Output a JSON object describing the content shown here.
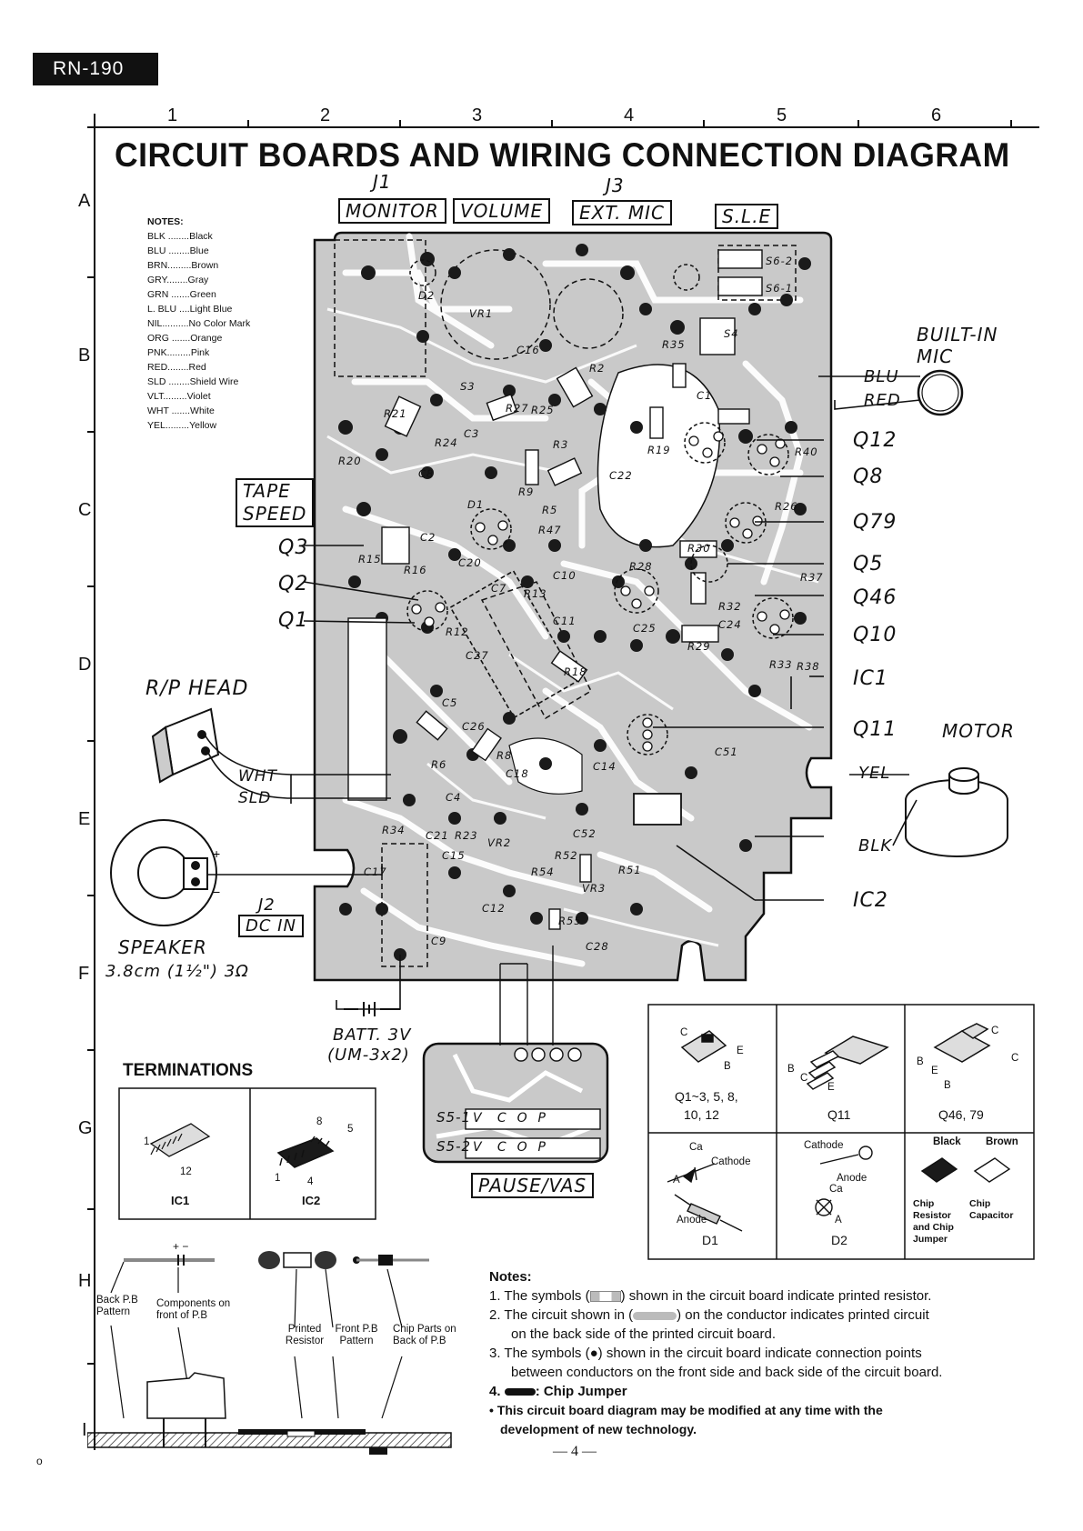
{
  "header": {
    "model": "RN-190",
    "title": "CIRCUIT BOARDS AND WIRING CONNECTION DIAGRAM",
    "columns": [
      "1",
      "2",
      "3",
      "4",
      "5",
      "6"
    ],
    "rows": [
      "A",
      "B",
      "C",
      "D",
      "E",
      "F",
      "G",
      "H",
      "I"
    ]
  },
  "color_key": {
    "title": "NOTES:",
    "items": [
      "BLK ........Black",
      "BLU ........Blue",
      "BRN.........Brown",
      "GRY........Gray",
      "GRN .......Green",
      "L. BLU ....Light Blue",
      "NIL..........No Color Mark",
      "ORG .......Orange",
      "PNK.........Pink",
      "RED........Red",
      "SLD ........Shield Wire",
      "VLT.........Violet",
      "WHT .......White",
      "YEL.........Yellow"
    ]
  },
  "jacks": {
    "j1": "J1",
    "monitor": "MONITOR",
    "volume": "VOLUME",
    "j3": "J3",
    "ext_mic": "EXT. MIC",
    "sle": "S.L.E",
    "j2": "J2",
    "dc_in": "DC IN"
  },
  "left_labels": {
    "tape_speed_1": "TAPE",
    "tape_speed_2": "SPEED",
    "q3": "Q3",
    "q2": "Q2",
    "q1": "Q1",
    "rp_head": "R/P HEAD",
    "wht": "WHT",
    "sld": "SLD",
    "speaker": "SPEAKER",
    "speaker_spec": "3.8cm (1½\") 3Ω",
    "batt1": "BATT. 3V",
    "batt2": "(UM-3x2)"
  },
  "right_labels": {
    "built_in_mic_1": "BUILT-IN",
    "built_in_mic_2": "MIC",
    "blu": "BLU",
    "red": "RED",
    "transistors": [
      "Q12",
      "Q8",
      "Q79",
      "Q5",
      "Q46",
      "Q10",
      "IC1",
      "Q11",
      "IC2"
    ],
    "motor": "MOTOR",
    "yel": "YEL",
    "blk": "BLK"
  },
  "pause": {
    "label": "PAUSE/VAS",
    "s51": "S5-1",
    "s52": "S5-2",
    "switch_pos": "V   C  O  P"
  },
  "board_labels": [
    "D2",
    "VR1",
    "C16",
    "R2",
    "S3",
    "R27",
    "R25",
    "R21",
    "C3",
    "R24",
    "R3",
    "R19",
    "R40",
    "C22",
    "R20",
    "C8",
    "D1",
    "R9",
    "R5",
    "R47",
    "R26",
    "R15",
    "R16",
    "C2",
    "C20",
    "C10",
    "R28",
    "R30",
    "R37",
    "C7",
    "R13",
    "C11",
    "R32",
    "C24",
    "C25",
    "R12",
    "C27",
    "R29",
    "R33",
    "R38",
    "R18",
    "C5",
    "C26",
    "R8",
    "C18",
    "C14",
    "C51",
    "R6",
    "C4",
    "C21",
    "R23",
    "VR2",
    "C52",
    "C17",
    "R34",
    "C15",
    "R52",
    "R54",
    "R51",
    "VR3",
    "C12",
    "R55",
    "C9",
    "C28",
    "R35",
    "C1",
    "S4",
    "S6-1",
    "S6-2"
  ],
  "terminations": {
    "title": "TERMINATIONS",
    "ic1": "IC1",
    "ic2": "IC2",
    "ic1_pins": [
      "1",
      "12"
    ],
    "ic2_pins": [
      "8",
      "5",
      "1",
      "4"
    ]
  },
  "parts_table": {
    "row1": [
      {
        "label1": "Q1~3, 5, 8,",
        "label2": "10, 12",
        "pins": [
          "C",
          "E",
          "B"
        ]
      },
      {
        "label1": "Q11",
        "label2": "",
        "pins": [
          "B",
          "C",
          "E"
        ]
      },
      {
        "label1": "Q46, 79",
        "label2": "",
        "pins": [
          "C",
          "B",
          "E",
          "B",
          "C"
        ]
      }
    ],
    "row2": {
      "d1": {
        "name": "D1",
        "ca": "Ca",
        "cathode": "Cathode",
        "a": "A",
        "anode": "Anode"
      },
      "d2": {
        "name": "D2",
        "cathode": "Cathode",
        "anode": "Anode",
        "ca": "Ca",
        "a": "A"
      },
      "chip": {
        "black": "Black",
        "brown": "Brown",
        "chip_res": "Chip Resistor and Chip Jumper",
        "chip_cap": "Chip Capacitor"
      }
    }
  },
  "cross_section": {
    "plus_minus": "+  −",
    "back_pb": "Back P.B Pattern",
    "components_front": "Components on front of P.B",
    "printed_resistor": "Printed Resistor",
    "front_pb": "Front P.B Pattern",
    "chip_parts": "Chip Parts on Back of P.B"
  },
  "notes": {
    "title": "Notes:",
    "n1a": "1. The symbols (",
    "n1b": ") shown in the circuit board indicate printed resistor.",
    "n2a": "2. The circuit shown in (",
    "n2b": ") on the conductor indicates printed circuit",
    "n2c": "on the back side of the printed circuit board.",
    "n3a": "3. The symbols (●) shown in the circuit board indicate connection points",
    "n3b": "between conductors on the front side and back side of the circuit board.",
    "n4": "4.",
    "n4b": ": Chip Jumper",
    "n5a": "• This circuit board diagram may be modified at any time with the",
    "n5b": "development of  new technology."
  },
  "footer": {
    "page": "— 4 —",
    "corner": "o"
  }
}
